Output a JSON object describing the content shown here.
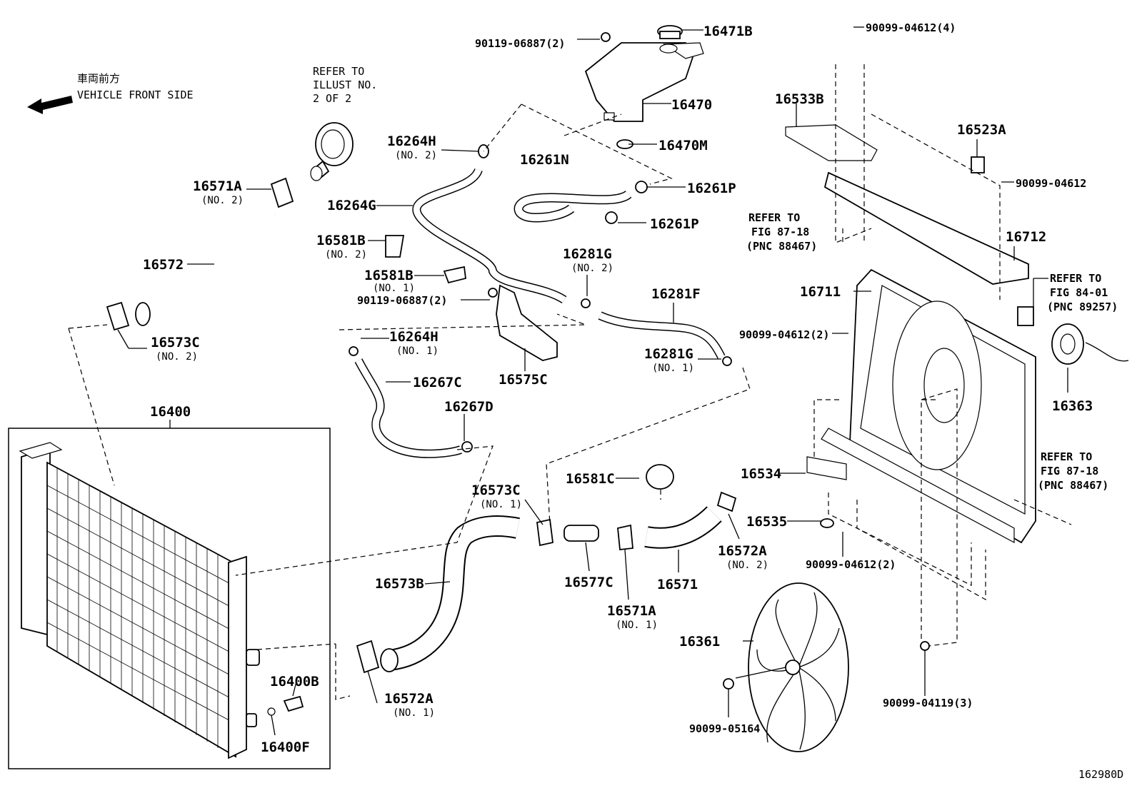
{
  "header": {
    "jp_label": "車両前方",
    "front_label": "VEHICLE FRONT SIDE",
    "refer_illust": [
      "REFER TO",
      "ILLUST NO.",
      "2 OF 2"
    ]
  },
  "refs": {
    "fig8718_a": [
      "REFER TO",
      "FIG 87-18",
      "(PNC 88467)"
    ],
    "fig8401": [
      "REFER TO",
      "FIG 84-01",
      "(PNC 89257)"
    ],
    "fig8718_b": [
      "REFER TO",
      "FIG 87-18",
      "(PNC 88467)"
    ]
  },
  "parts": {
    "p90119_06887_top": "90119-06887(2)",
    "p16471B": "16471B",
    "p90099_04612_4": "90099-04612(4)",
    "p16470": "16470",
    "p16470M": "16470M",
    "p16533B": "16533B",
    "p16523A": "16523A",
    "p90099_04612": "90099-04612",
    "p16264H_2": "16264H",
    "p16264H_2_sub": "(NO. 2)",
    "p16261N": "16261N",
    "p16261P_a": "16261P",
    "p16261P_b": "16261P",
    "p16571A_2": "16571A",
    "p16571A_2_sub": "(NO. 2)",
    "p16264G": "16264G",
    "p16712": "16712",
    "p16581B_2": "16581B",
    "p16581B_2_sub": "(NO. 2)",
    "p16572": "16572",
    "p16281G_2": "16281G",
    "p16281G_2_sub": "(NO. 2)",
    "p16581B_1": "16581B",
    "p16581B_1_sub": "(NO. 1)",
    "p90119_06887_mid": "90119-06887(2)",
    "p16711": "16711",
    "p16281F": "16281F",
    "p16264H_1": "16264H",
    "p16264H_1_sub": "(NO. 1)",
    "p16573C_2": "16573C",
    "p16573C_2_sub": "(NO. 2)",
    "p90099_04612_2a": "90099-04612(2)",
    "p16281G_1": "16281G",
    "p16281G_1_sub": "(NO. 1)",
    "p16267C": "16267C",
    "p16575C": "16575C",
    "p16363": "16363",
    "p16400": "16400",
    "p16267D": "16267D",
    "p16581C": "16581C",
    "p16534": "16534",
    "p16573C_1": "16573C",
    "p16573C_1_sub": "(NO. 1)",
    "p16535": "16535",
    "p16572A_2": "16572A",
    "p16572A_2_sub": "(NO. 2)",
    "p90099_04612_2b": "90099-04612(2)",
    "p16573B": "16573B",
    "p16577C": "16577C",
    "p16571": "16571",
    "p16571A_1": "16571A",
    "p16571A_1_sub": "(NO. 1)",
    "p16361": "16361",
    "p16400B": "16400B",
    "p16572A_1": "16572A",
    "p16572A_1_sub": "(NO. 1)",
    "p90099_04119": "90099-04119(3)",
    "p16400F": "16400F",
    "p90099_05164": "90099-05164"
  },
  "footer": {
    "diagram_id": "162980D"
  }
}
